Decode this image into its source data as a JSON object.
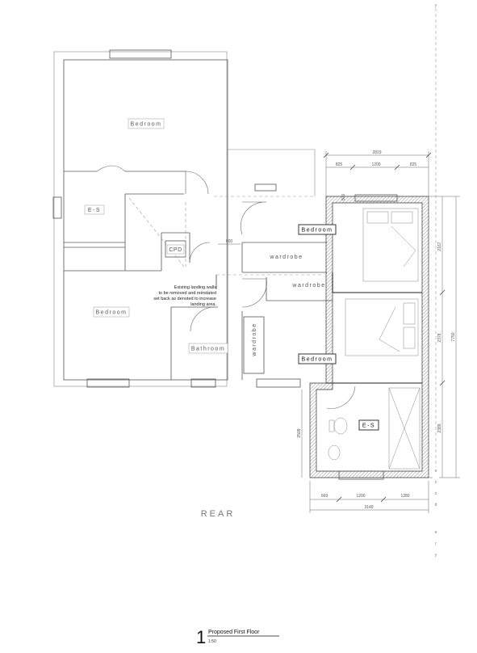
{
  "rooms": {
    "bedroom_top": "Bedroom",
    "en_suite_left": "E-S",
    "cupboard": "CPD",
    "bedroom_left": "Bedroom",
    "bathroom": "Bathroom",
    "wardrobe_1": "wardrobe",
    "wardrobe_2": "wardrobe",
    "wardrobe_3": "wardrobe",
    "bedroom_new_1": "Bedroom",
    "bedroom_new_2": "Bedroom",
    "en_suite_new": "E-S"
  },
  "note_lines": [
    "Existing landing walls",
    "to be removed and reinstated",
    "set back as denoted to increase",
    "landing area."
  ],
  "dimensions": {
    "top_total": "2819",
    "top_a": "825",
    "top_b": "1200",
    "top_c": "825",
    "small_vert": "500",
    "landing_width": "600",
    "right_a": "2167",
    "right_b": "2378",
    "right_c": "2389",
    "right_total": "7750",
    "left_es": "2509",
    "bottom_a": "669",
    "bottom_b": "1200",
    "bottom_c": "1280",
    "bottom_total": "3149"
  },
  "orientation_label": "REAR",
  "side_letters": [
    "y",
    "e",
    "c",
    "o",
    "d",
    "e",
    "r",
    "y"
  ],
  "title": {
    "number": "1",
    "name": "Proposed First Floor",
    "scale": "1:50"
  }
}
